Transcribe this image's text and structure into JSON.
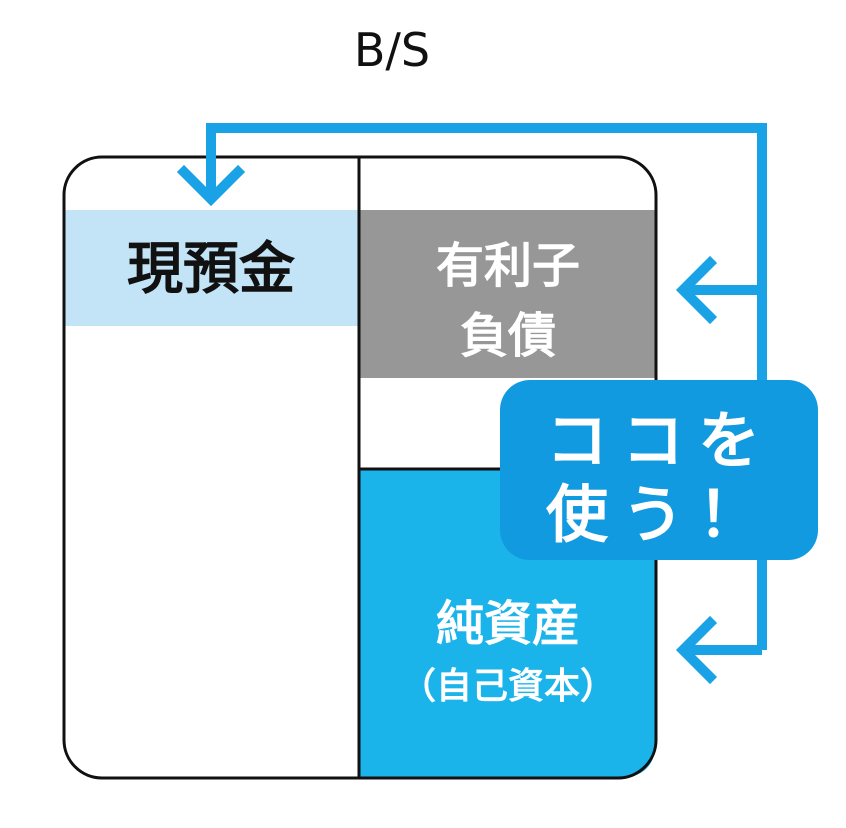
{
  "diagram": {
    "title": "B/S",
    "cells": {
      "cash": "現預金",
      "interest_debt_line1": "有利子",
      "interest_debt_line2": "負債",
      "net_assets": "純資産",
      "net_assets_sub": "（自己資本）"
    },
    "callout": {
      "line1": "ココを",
      "line2": "使う！"
    },
    "colors": {
      "outline": "#111111",
      "cash_fill": "#c3e4f7",
      "debt_fill": "#979797",
      "equity_fill": "#1ab3ea",
      "arrow": "#1aa2e6",
      "callout_fill": "#119ae0"
    }
  }
}
